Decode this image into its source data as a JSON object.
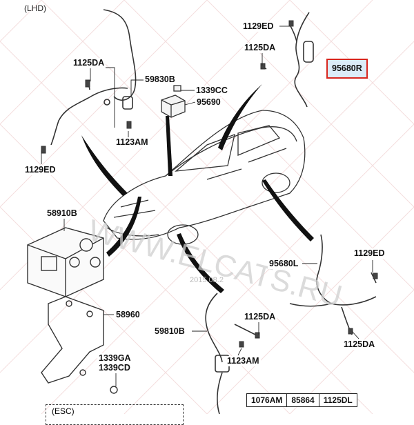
{
  "header": {
    "variant": "(LHD)"
  },
  "highlight_color": "#d8261e",
  "callouts": [
    {
      "id": "c_1129ED_top",
      "text": "1129ED"
    },
    {
      "id": "c_1125DA_top",
      "text": "1125DA"
    },
    {
      "id": "c_95680R",
      "text": "95680R",
      "highlighted": true
    },
    {
      "id": "c_1125DA_left",
      "text": "1125DA"
    },
    {
      "id": "c_59830B",
      "text": "59830B"
    },
    {
      "id": "c_1339CC",
      "text": "1339CC"
    },
    {
      "id": "c_95690",
      "text": "95690"
    },
    {
      "id": "c_1123AM_top",
      "text": "1123AM"
    },
    {
      "id": "c_1129ED_left",
      "text": "1129ED"
    },
    {
      "id": "c_58910B",
      "text": "58910B"
    },
    {
      "id": "c_95680L",
      "text": "95680L"
    },
    {
      "id": "c_1129ED_right",
      "text": "1129ED"
    },
    {
      "id": "c_58960",
      "text": "58960"
    },
    {
      "id": "c_1125DA_mid",
      "text": "1125DA"
    },
    {
      "id": "c_59810B",
      "text": "59810B"
    },
    {
      "id": "c_1125DA_right",
      "text": "1125DA"
    },
    {
      "id": "c_1123AM_bottom",
      "text": "1123AM"
    },
    {
      "id": "c_1339GA",
      "text": "1339GA"
    },
    {
      "id": "c_1339CD",
      "text": "1339CD"
    }
  ],
  "table": {
    "cells": [
      "1076AM",
      "85864",
      "1125DL"
    ]
  },
  "esc_box": {
    "label": "(ESC)"
  },
  "watermark": {
    "text": "WWW.ELCATS.RU",
    "date": "2015.08.2"
  }
}
